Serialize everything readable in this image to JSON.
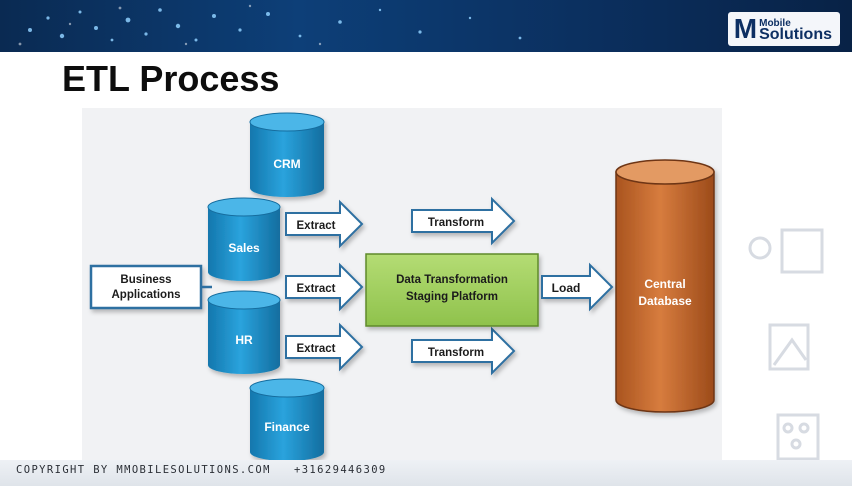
{
  "header": {
    "logo_top": "Mobile",
    "logo_bottom": "Solutions",
    "logo_letter": "M"
  },
  "slide": {
    "title": "ETL Process"
  },
  "diagram": {
    "sources": {
      "crm": "CRM",
      "sales": "Sales",
      "hr": "HR",
      "finance": "Finance"
    },
    "business_app": [
      "Business",
      "Applications"
    ],
    "extract_labels": [
      "Extract",
      "Extract",
      "Extract"
    ],
    "transform_labels": [
      "Transform",
      "Transform"
    ],
    "staging": [
      "Data Transformation",
      "Staging Platform"
    ],
    "load": "Load",
    "central": [
      "Central",
      "Database"
    ]
  },
  "footer": {
    "copyright": "COPYRIGHT BY MMOBILESOLUTIONS.COM",
    "phone": "+31629446309"
  },
  "colors": {
    "cylinder_blue": "#1f8fc8",
    "staging_green": "#9ccc58",
    "central_brown": "#c86d34",
    "banner_navy": "#0d3f78"
  }
}
